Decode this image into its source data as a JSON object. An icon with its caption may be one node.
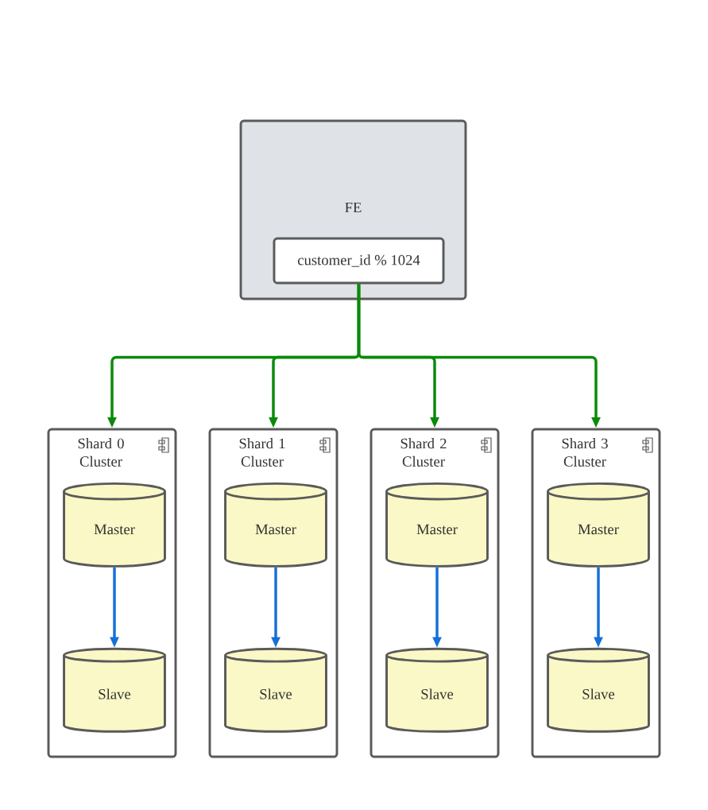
{
  "diagram": {
    "nodes": [
      {
        "text": [
          "FE"
        ]
      },
      {
        "text": [
          "customer_id % 1024"
        ],
        "in": 0
      },
      {
        "text": [
          "Shard 0 Cluster"
        ]
      },
      {
        "text": [
          "Master"
        ],
        "in": 2
      },
      {
        "text": [
          "Slave"
        ],
        "in": 2
      },
      {
        "text": [
          "Shard 1 Cluster"
        ]
      },
      {
        "text": [
          "Master"
        ],
        "in": 5
      },
      {
        "text": [
          "Slave"
        ],
        "in": 5
      },
      {
        "text": [
          "Shard 2 Cluster"
        ]
      },
      {
        "text": [
          "Master"
        ],
        "in": 8
      },
      {
        "text": [
          "Slave"
        ],
        "in": 8
      },
      {
        "text": [
          "Shard 3 Cluster"
        ]
      },
      {
        "text": [
          "Master"
        ],
        "in": 11
      },
      {
        "text": [
          "Slave"
        ],
        "in": 11
      }
    ],
    "edges": [
      {
        "from": 1,
        "to": 2,
        "arrow": "to",
        "color": "#0a8a0a"
      },
      {
        "from": 1,
        "to": 5,
        "arrow": "to",
        "color": "#0a8a0a"
      },
      {
        "from": 1,
        "to": 8,
        "arrow": "to",
        "color": "#0a8a0a"
      },
      {
        "from": 1,
        "to": 11,
        "arrow": "to",
        "color": "#0a8a0a"
      },
      {
        "from": 3,
        "to": 4,
        "arrow": "to",
        "color": "#1570d8"
      },
      {
        "from": 6,
        "to": 7,
        "arrow": "to",
        "color": "#1570d8"
      },
      {
        "from": 9,
        "to": 10,
        "arrow": "to",
        "color": "#1570d8"
      },
      {
        "from": 12,
        "to": 13,
        "arrow": "to",
        "color": "#1570d8"
      }
    ]
  }
}
